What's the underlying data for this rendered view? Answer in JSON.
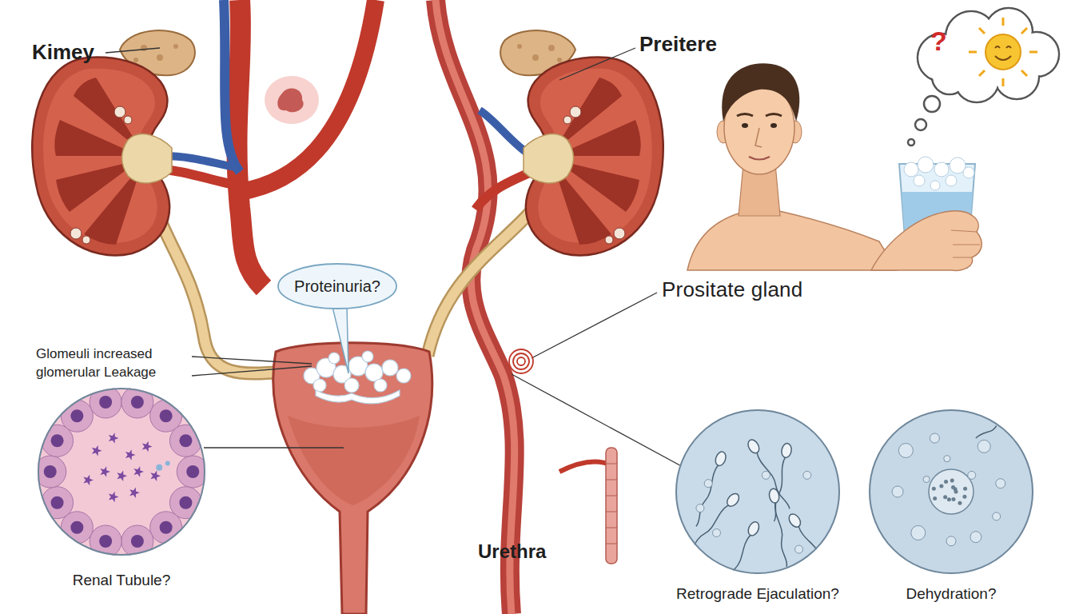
{
  "diagram": {
    "nodes": [
      {
        "text": [
          "Proteinuria?"
        ]
      },
      {
        "text": [
          "Renal Tubule?"
        ]
      },
      {
        "text": [
          "Retrograde Ejaculation?"
        ]
      },
      {
        "text": [
          "Dehydration?"
        ]
      }
    ],
    "labels": [
      "Kimey",
      "Preitere",
      "?",
      "Prositate gland",
      "Glomeuli increased glomerular Leakage",
      "Urethra"
    ]
  }
}
